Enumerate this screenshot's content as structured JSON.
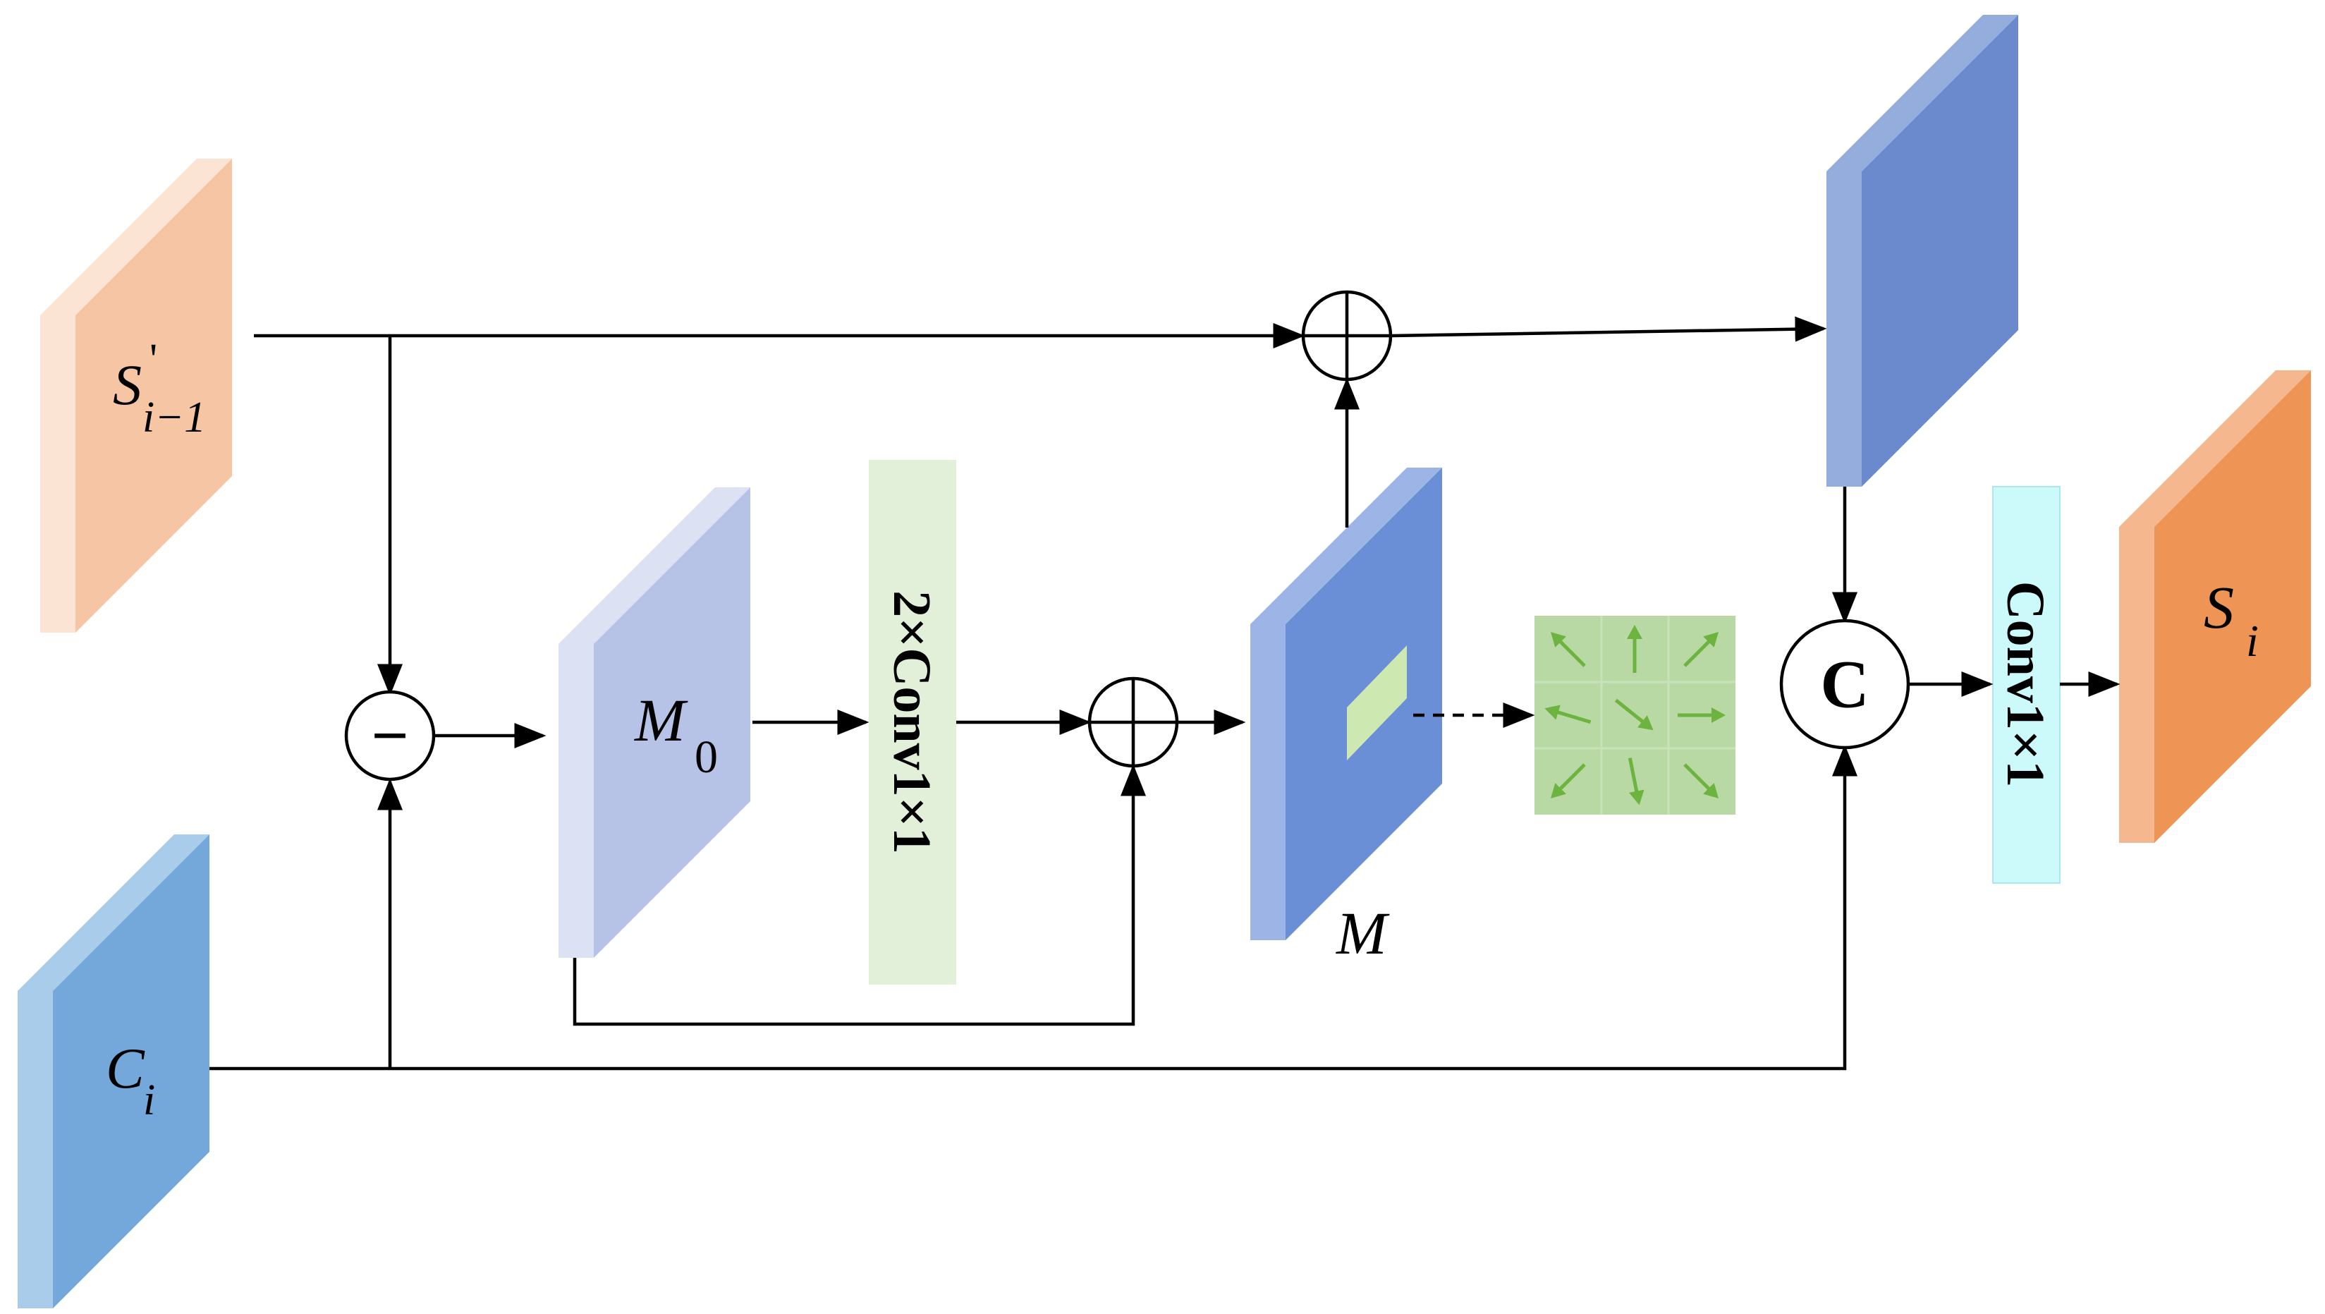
{
  "colors": {
    "input_prev_front": "#F6C6A4",
    "input_prev_side": "#FCE4D4",
    "input_c_front": "#74A8DA",
    "input_c_side": "#A9CCEB",
    "m0_front": "#B6C3E6",
    "m0_side": "#DCE2F3",
    "m_front": "#6B8FD6",
    "m_side": "#9DB5E6",
    "out_top_front": "#6A8ACD",
    "out_top_side": "#95ADDC",
    "out_s_front": "#EE9455",
    "out_s_side": "#F4B78E",
    "conv2_fill": "#E2EFD9",
    "conv1_fill": "#CCFAFB",
    "offset_grid_fill": "#B8D9A4",
    "offset_arrow": "#6DB33F",
    "patch_fill": "#CDE8B0"
  },
  "labels": {
    "s_prev_base": "S",
    "s_prev_sup": "'",
    "s_prev_sub": "i−1",
    "c_base": "C",
    "c_sub": "i",
    "m0_base": "M",
    "m0_sub": "0",
    "m_label": "M",
    "s_out_base": "S",
    "s_out_sub": "i",
    "conv_double": "2×Conv1×1",
    "conv_single": "Conv1×1",
    "concat": "C",
    "subtract": "−"
  },
  "icons": {
    "add_operator": "circle-plus-icon",
    "subtract_operator": "circle-minus-icon",
    "concat_operator": "circle-c-icon",
    "offset_field": "arrow-grid-icon"
  }
}
